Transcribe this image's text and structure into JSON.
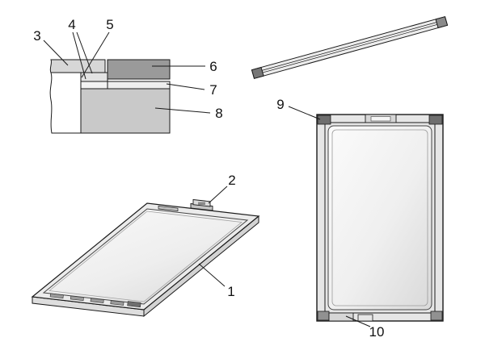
{
  "diagram": {
    "labels": {
      "n1": "1",
      "n2": "2",
      "n3": "3",
      "n4": "4",
      "n5": "5",
      "n6": "6",
      "n7": "7",
      "n8": "8",
      "n9": "9",
      "n10": "10"
    },
    "palette": {
      "outline": "#1a1a1a",
      "frame_light": "#e6e6e6",
      "frame_mid": "#c9c9c9",
      "block_dark": "#9a9a9a",
      "corner_dark": "#6e6e6e",
      "glass_light": "#fafafa",
      "glass_shade": "#dadada",
      "background": "#ffffff"
    }
  }
}
